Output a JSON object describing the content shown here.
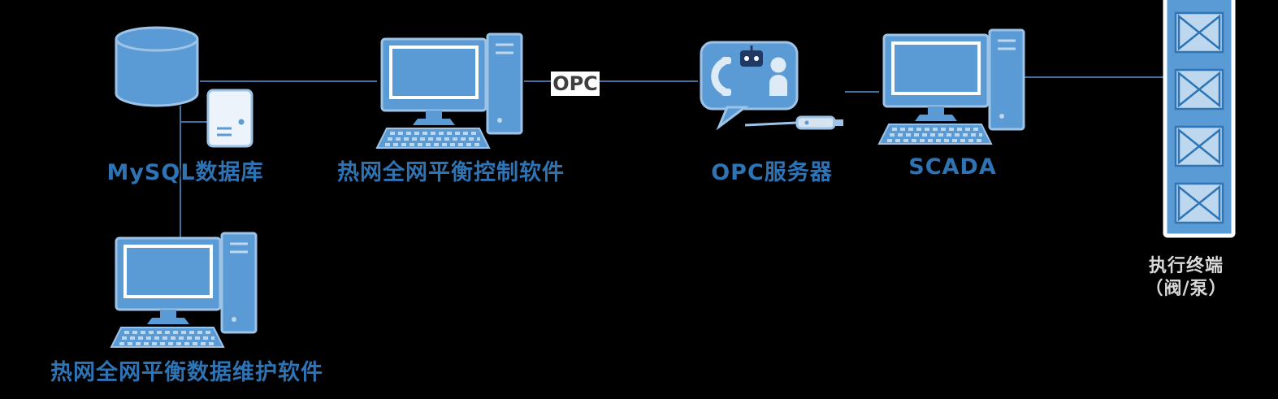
{
  "diagram": {
    "colors": {
      "background": "#000000",
      "icon_blue": "#5B9BD5",
      "icon_light_blue": "#9DC3E6",
      "icon_pale_blue": "#BDD7EE",
      "label_blue": "#2E74B5",
      "edge_blue": "#41719C",
      "terminal_label_gray": "#D9D9D9",
      "opc_tag_bg": "#FFFFFF",
      "opc_tag_text": "#3F3F3F"
    },
    "nodes": {
      "mysql": {
        "label": "MySQL数据库"
      },
      "control": {
        "label": "热网全网平衡控制软件"
      },
      "opc_server": {
        "label": "OPC服务器"
      },
      "scada": {
        "label": "SCADA"
      },
      "terminal": {
        "label_line1": "执行终端",
        "label_line2": "（阀/泵）"
      },
      "maintenance": {
        "label": "热网全网平衡数据维护软件"
      }
    },
    "edges": {
      "opc_link_label": "OPC"
    }
  }
}
